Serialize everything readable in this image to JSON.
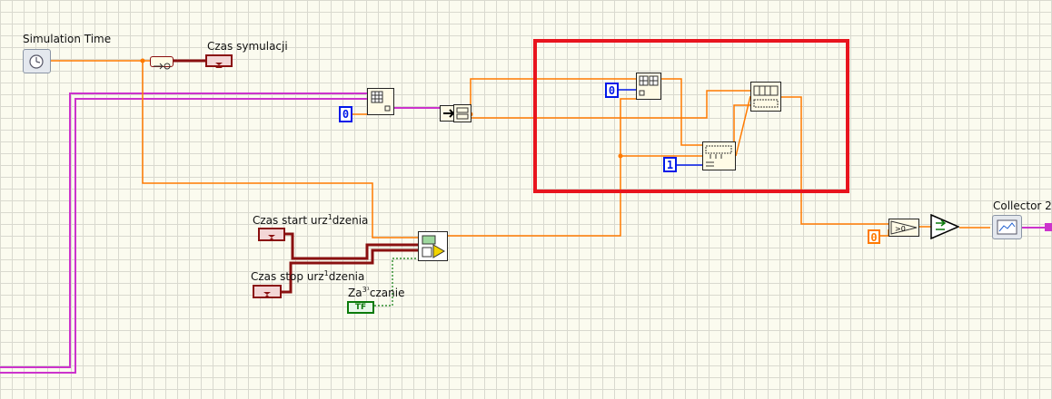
{
  "terminals": {
    "simulation_time": "Simulation Time",
    "czas_symulacji": "Czas symulacji",
    "czas_start": "Czas start urz",
    "czas_start_sup": "1",
    "czas_start_tail": "dzenia",
    "czas_stop": "Czas stop urz",
    "czas_stop_sup": "1",
    "czas_stop_tail": "dzenia",
    "zalaczanie": "Za",
    "zalaczanie_sup": "3¹",
    "zalaczanie_tail": "czanie",
    "collector": "Collector 2",
    "bool_text": "TF"
  },
  "constants": {
    "c_array": "0",
    "c_index": "0",
    "c_one": "1",
    "c_compare": "0"
  },
  "colors": {
    "numeric_wire": "#ff7a00",
    "cluster_wire": "#cc33cc",
    "timestamp_wire": "#8a1010",
    "bool_wire": "#0b7a0b",
    "highlight": "#e8141e"
  }
}
